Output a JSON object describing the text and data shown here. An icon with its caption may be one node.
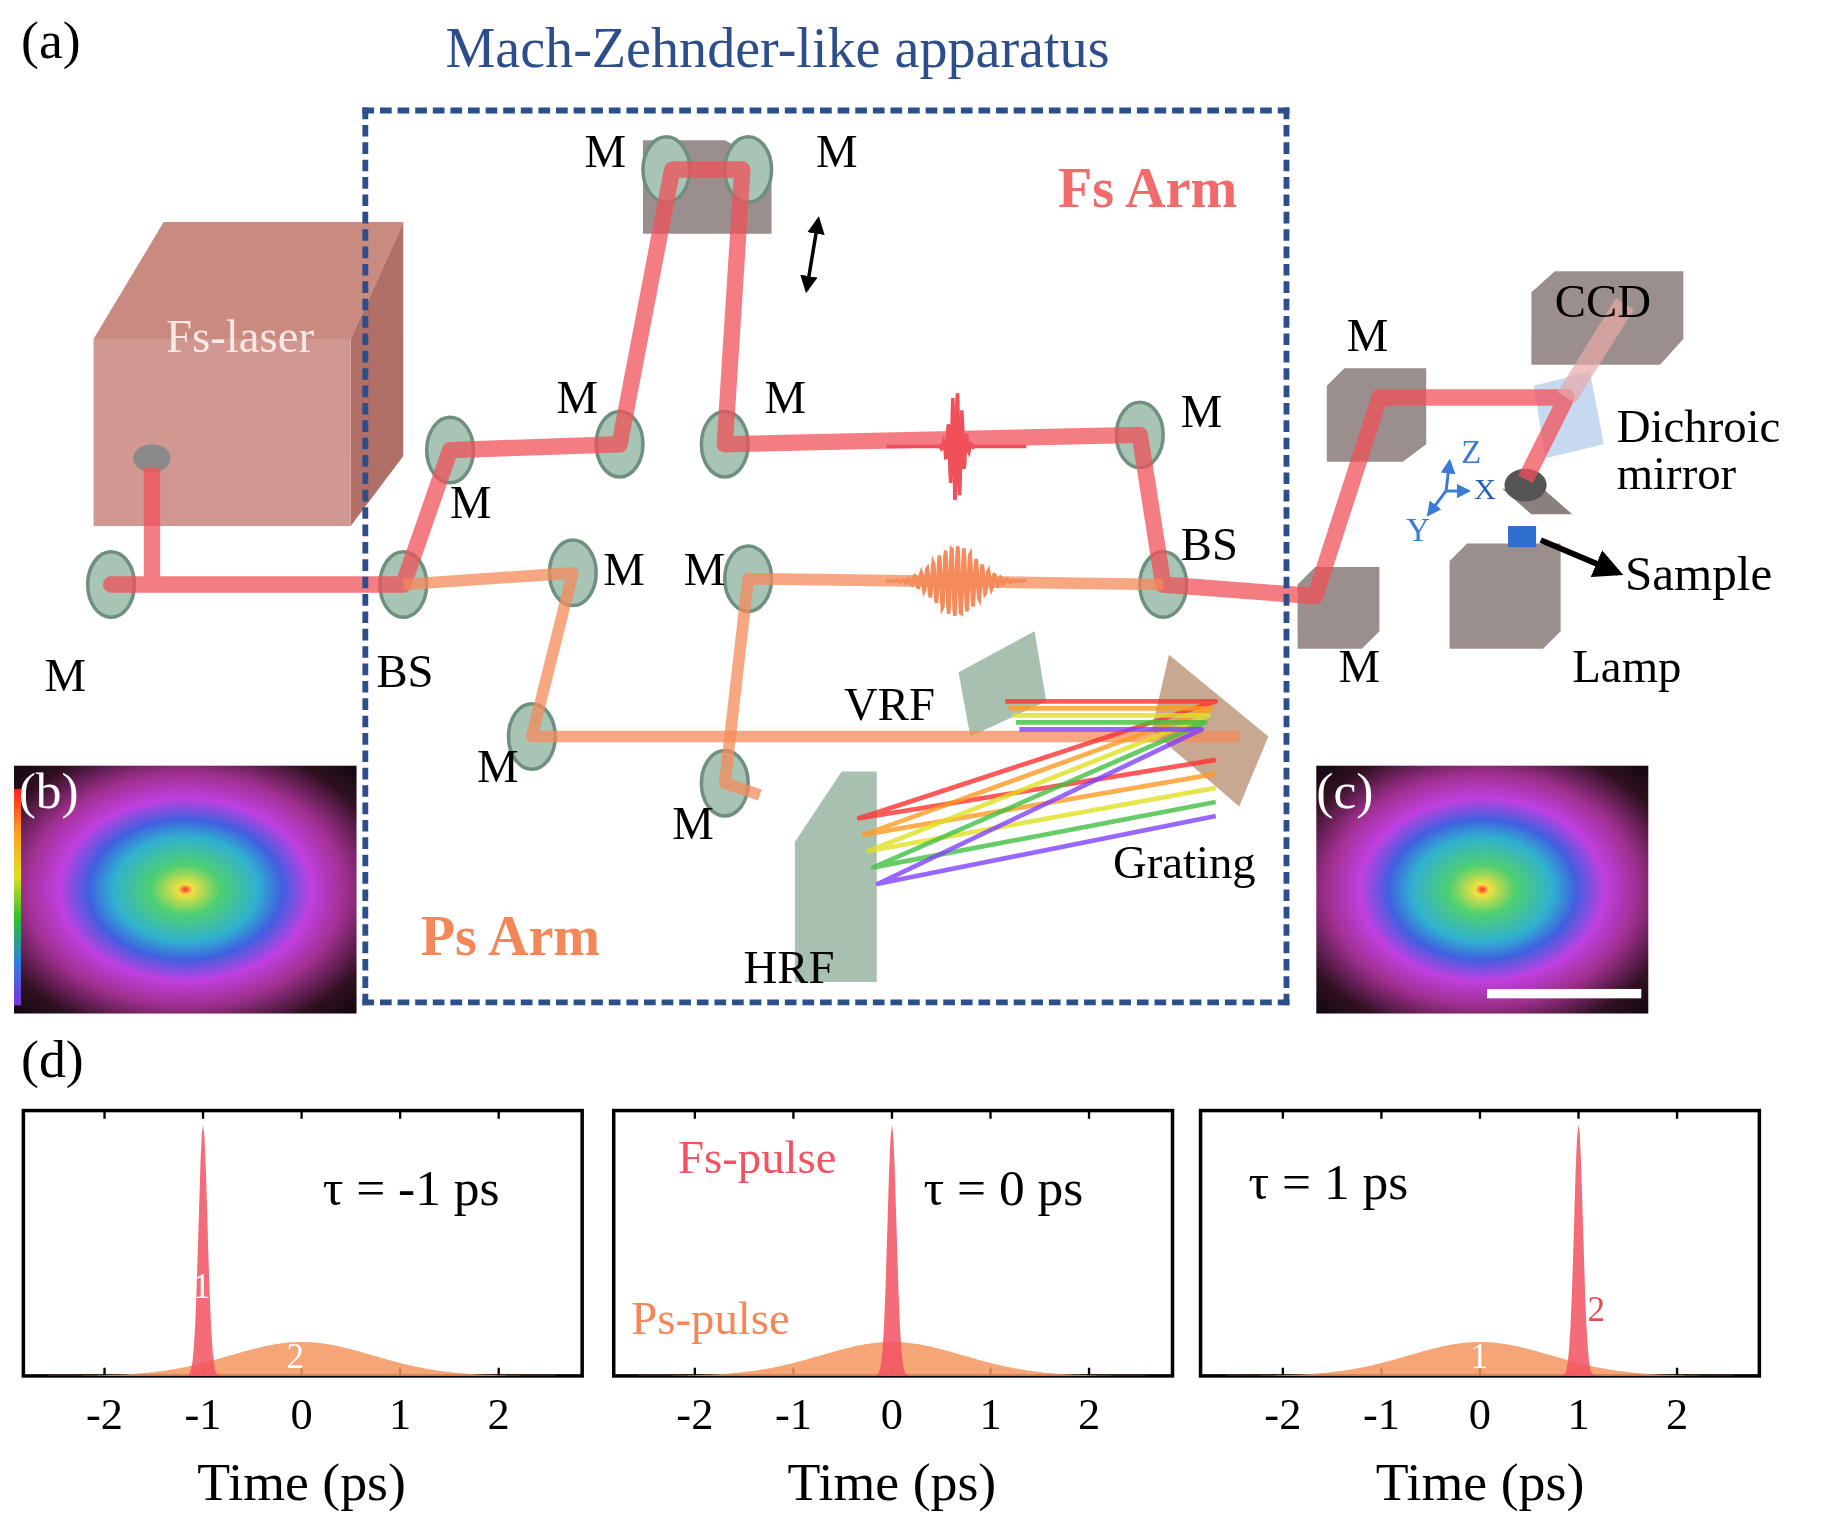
{
  "diagram": {
    "nodes": [
      {
        "text": [
          "Mach-Zehnder-like apparatus",
          "Fs Arm",
          "Ps Arm"
        ]
      },
      {
        "text": [],
        "shape": "box"
      },
      {
        "text": [
          "Sample"
        ]
      }
    ],
    "edges": [
      {
        "from": 1,
        "to": 2,
        "arrow": "to"
      }
    ],
    "labels": [
      "(a)",
      "M",
      "M",
      "Fs-laser",
      "CCD",
      "M",
      "M",
      "M",
      "M",
      "Dichroic mirror",
      "M",
      "Z",
      "X",
      "Y",
      "BS",
      "M",
      "M",
      "M",
      "BS",
      "M",
      "Lamp",
      "VRF",
      "M",
      "(b)",
      "(c)",
      "M",
      "Grating",
      "HRF",
      "(d)",
      "τ = -1 ps",
      "1",
      "2",
      "-2",
      "-1",
      "0",
      "1",
      "2",
      "Time (ps)",
      "Fs-pulse",
      "τ = 0 ps",
      "Ps-pulse",
      "-2",
      "-1",
      "0",
      "1",
      "2",
      "Time (ps)",
      "τ = 1 ps",
      "2",
      "1",
      "-2",
      "-1",
      "0",
      "1",
      "2",
      "Time (ps)"
    ]
  }
}
